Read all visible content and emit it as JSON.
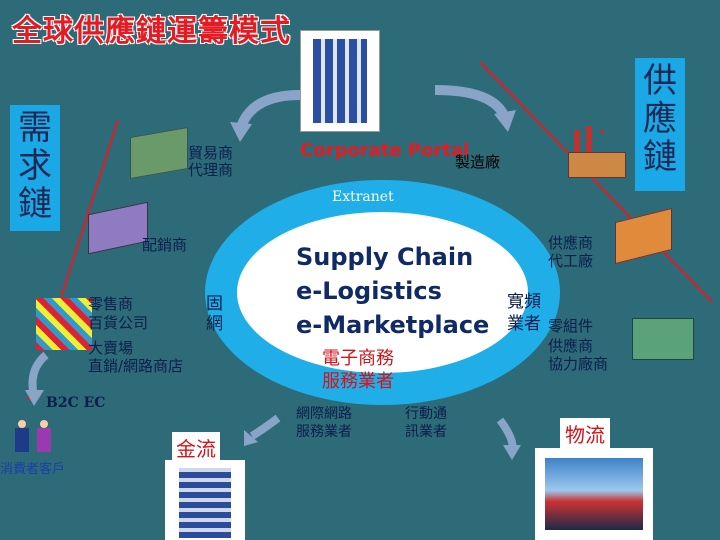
{
  "title": "全球供應鏈運籌模式",
  "demand_chain": "需求鏈",
  "supply_chain": "供應鏈",
  "trader": "貿易商",
  "agent": "代理商",
  "corporate_portal": "Corporate Portal",
  "manufacturer": "製造廠",
  "extranet": "Extranet",
  "distributor": "配銷商",
  "center_lines": [
    "Supply Chain",
    "e-Logistics",
    "e-Marketplace"
  ],
  "ecommerce_provider": [
    "電子商務",
    "服務業者"
  ],
  "supplier_oem": [
    "供應商",
    "代工廠"
  ],
  "retail": [
    "零售商",
    "百貨公司",
    "大賣場",
    "直銷/網路商店"
  ],
  "fixed_network": [
    "固",
    "網"
  ],
  "broadband": [
    "寬頻",
    "業者"
  ],
  "parts_supplier": [
    "零組件",
    "供應商",
    "協力廠商"
  ],
  "internet_provider": [
    "網際網路",
    "服務業者"
  ],
  "mobile_provider": [
    "行動通",
    "訊業者"
  ],
  "b2c_ec": "B2C EC",
  "consumer": "消費者客戶",
  "cash_flow": "金流",
  "logistics": "物流",
  "colors": {
    "accent_red": "#d4121a",
    "ring_blue": "#1faee8",
    "background": "#2d6b78"
  }
}
